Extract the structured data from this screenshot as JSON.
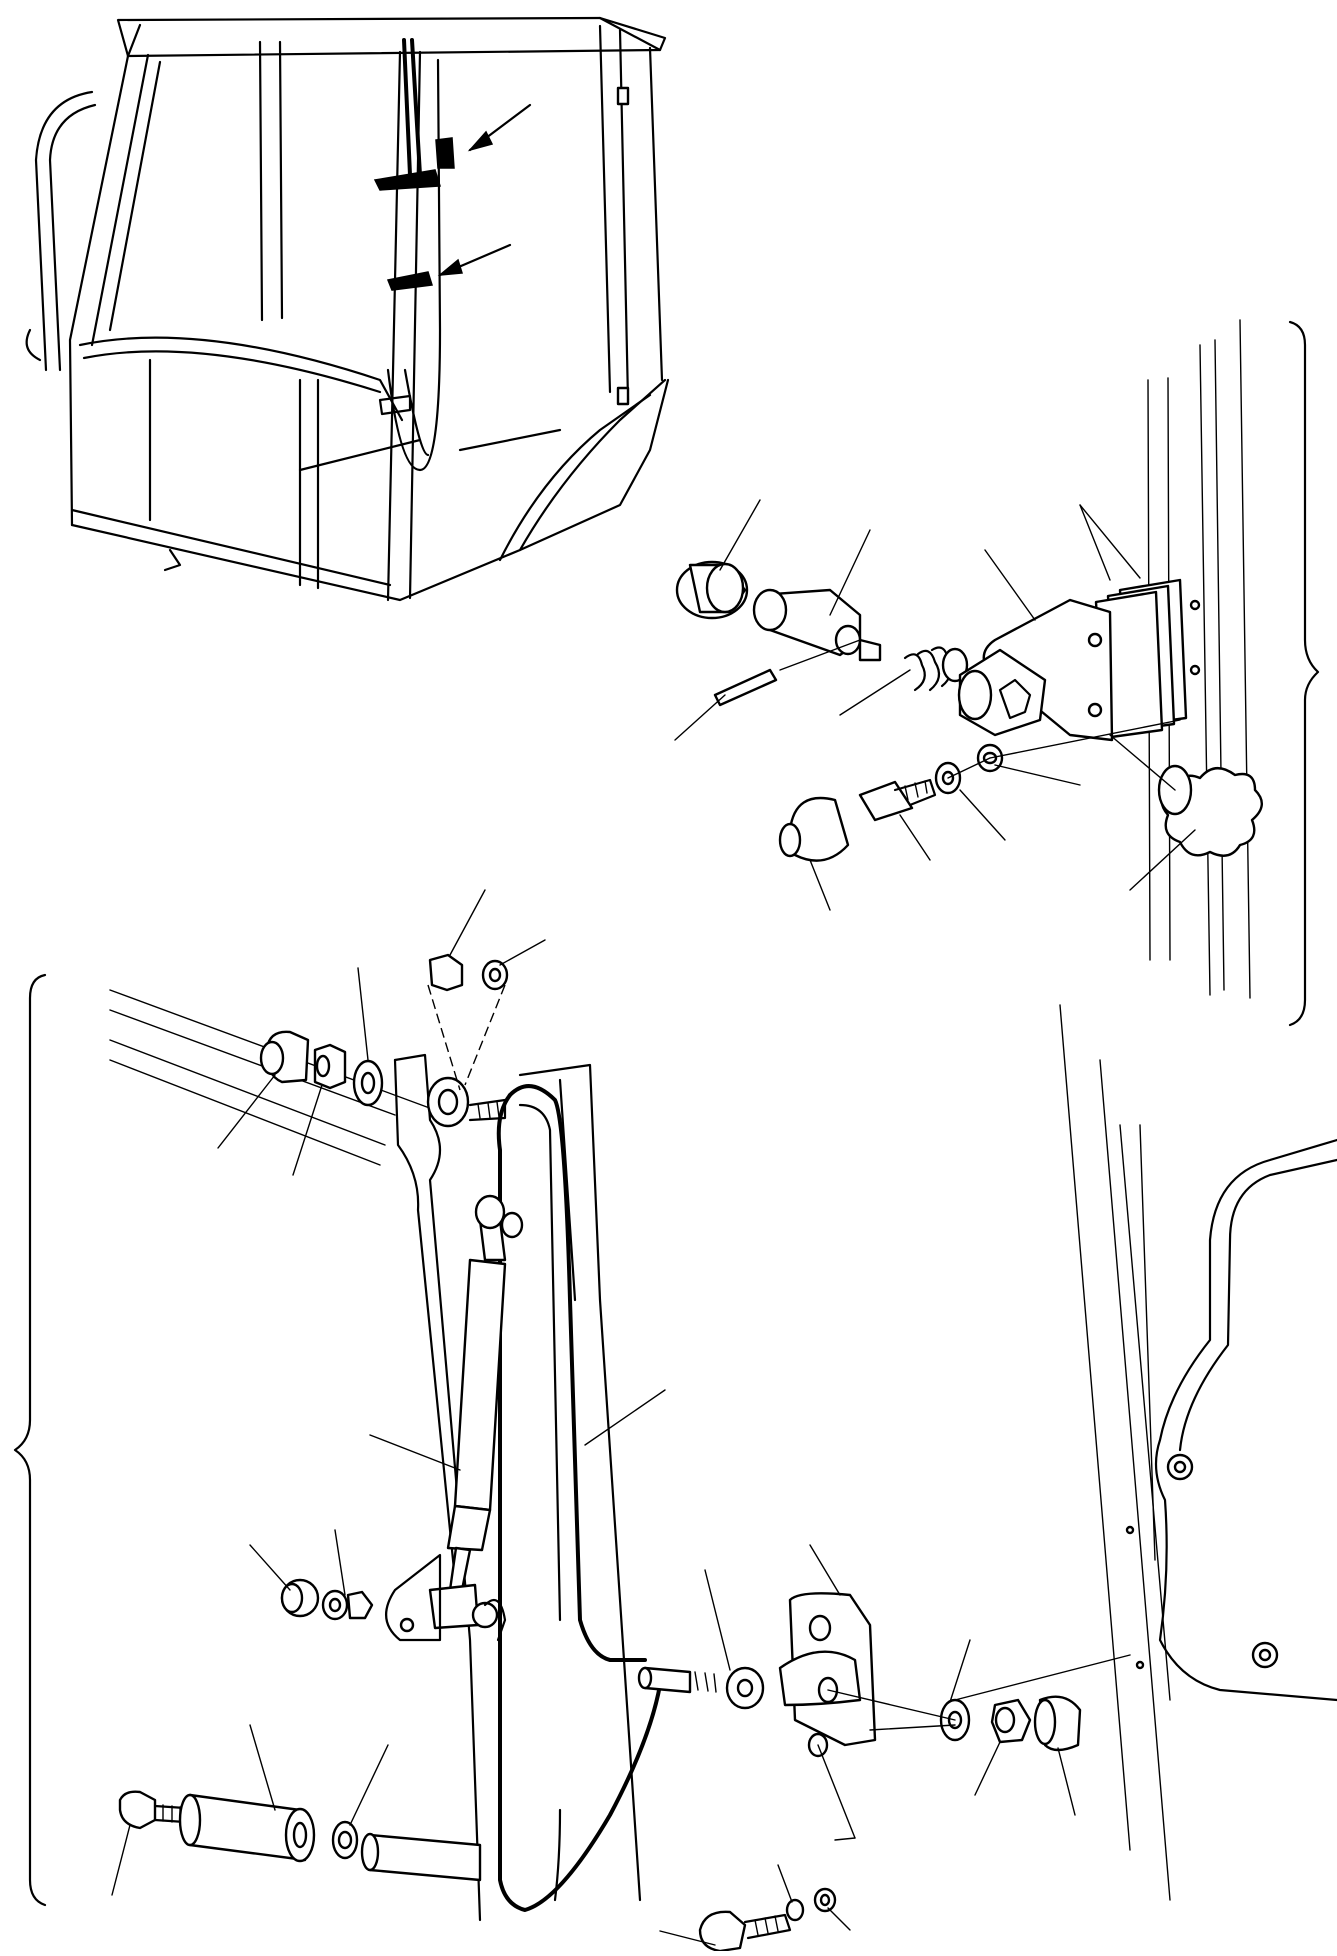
{
  "diagram": {
    "kind": "exploded parts view",
    "views": [
      {
        "id": "cab-overview",
        "description_visible_text": ""
      },
      {
        "id": "upper-detail-latch",
        "description_visible_text": ""
      },
      {
        "id": "lower-detail-gas-strut",
        "description_visible_text": ""
      }
    ],
    "callout_count": 33,
    "text_labels": []
  },
  "colors": {
    "line": "#000000",
    "background": "#ffffff"
  }
}
